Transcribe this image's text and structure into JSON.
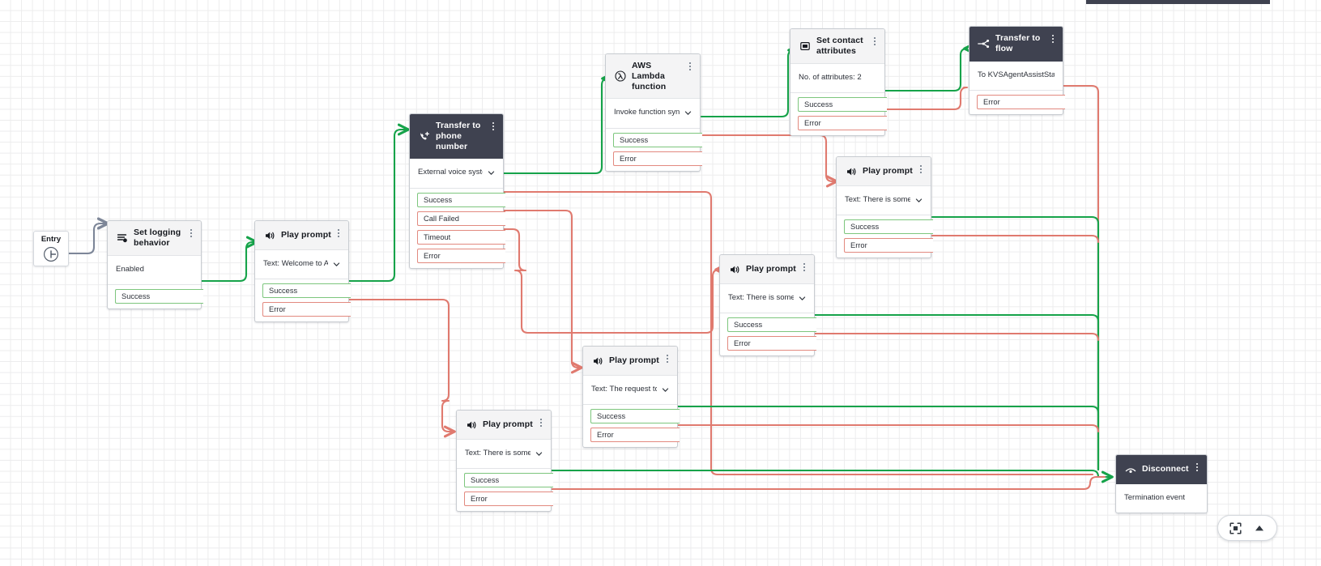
{
  "canvas": {
    "grid_color": "#ececed",
    "background": "#ffffff",
    "success_color": "#16a34a",
    "error_color": "#e07a6f",
    "entry_wire_color": "#7d8698"
  },
  "entry": {
    "label": "Entry",
    "icon": "entry-point-icon"
  },
  "view_controls": {
    "fit_label": "fit-to-screen-icon",
    "collapse_label": "collapse-icon"
  },
  "nodes": [
    {
      "id": "set-logging-behavior",
      "title": "Set logging behavior",
      "icon": "logging-icon",
      "dark": false,
      "body": "Enabled",
      "has_chevron": false,
      "ports": [
        {
          "label": "Success",
          "kind": "ok"
        }
      ]
    },
    {
      "id": "play-prompt-welcome",
      "title": "Play prompt",
      "icon": "speaker-icon",
      "dark": false,
      "body": "Text: Welcome to Amazo...",
      "has_chevron": true,
      "ports": [
        {
          "label": "Success",
          "kind": "ok"
        },
        {
          "label": "Error",
          "kind": "err"
        }
      ]
    },
    {
      "id": "transfer-to-phone-number",
      "title": "Transfer to phone number",
      "icon": "phone-add-icon",
      "dark": true,
      "body": "External voice system: ko...",
      "has_chevron": true,
      "ports": [
        {
          "label": "Success",
          "kind": "ok"
        },
        {
          "label": "Call Failed",
          "kind": "err"
        },
        {
          "label": "Timeout",
          "kind": "err"
        },
        {
          "label": "Error",
          "kind": "err"
        }
      ]
    },
    {
      "id": "aws-lambda-function",
      "title": "AWS Lambda function",
      "icon": "lambda-icon",
      "dark": false,
      "body": "Invoke function sync: kor...",
      "has_chevron": true,
      "ports": [
        {
          "label": "Success",
          "kind": "ok"
        },
        {
          "label": "Error",
          "kind": "err"
        }
      ]
    },
    {
      "id": "set-contact-attributes",
      "title": "Set contact attributes",
      "icon": "attributes-icon",
      "dark": false,
      "body": "No. of attributes: 2",
      "has_chevron": false,
      "ports": [
        {
          "label": "Success",
          "kind": "ok"
        },
        {
          "label": "Error",
          "kind": "err"
        }
      ]
    },
    {
      "id": "transfer-to-flow",
      "title": "Transfer to flow",
      "icon": "transfer-flow-icon",
      "dark": true,
      "body": "To KVSAgentAssistStaging",
      "has_chevron": false,
      "ports": [
        {
          "label": "Error",
          "kind": "err"
        }
      ]
    },
    {
      "id": "play-prompt-error-upper-right",
      "title": "Play prompt",
      "icon": "speaker-icon",
      "dark": false,
      "body": "Text: There is some error...",
      "has_chevron": true,
      "ports": [
        {
          "label": "Success",
          "kind": "ok"
        },
        {
          "label": "Error",
          "kind": "err"
        }
      ]
    },
    {
      "id": "play-prompt-issue",
      "title": "Play prompt",
      "icon": "speaker-icon",
      "dark": false,
      "body": "Text: There is some issue...",
      "has_chevron": true,
      "ports": [
        {
          "label": "Success",
          "kind": "ok"
        },
        {
          "label": "Error",
          "kind": "err"
        }
      ]
    },
    {
      "id": "play-prompt-request-external",
      "title": "Play prompt",
      "icon": "speaker-icon",
      "dark": false,
      "body": "Text: The request to exte...",
      "has_chevron": true,
      "ports": [
        {
          "label": "Success",
          "kind": "ok"
        },
        {
          "label": "Error",
          "kind": "err"
        }
      ]
    },
    {
      "id": "play-prompt-error-lower",
      "title": "Play prompt",
      "icon": "speaker-icon",
      "dark": false,
      "body": "Text: There is some error...",
      "has_chevron": true,
      "ports": [
        {
          "label": "Success",
          "kind": "ok"
        },
        {
          "label": "Error",
          "kind": "err"
        }
      ]
    },
    {
      "id": "disconnect",
      "title": "Disconnect",
      "icon": "disconnect-icon",
      "dark": true,
      "body": "Termination event",
      "has_chevron": false,
      "ports": []
    }
  ]
}
